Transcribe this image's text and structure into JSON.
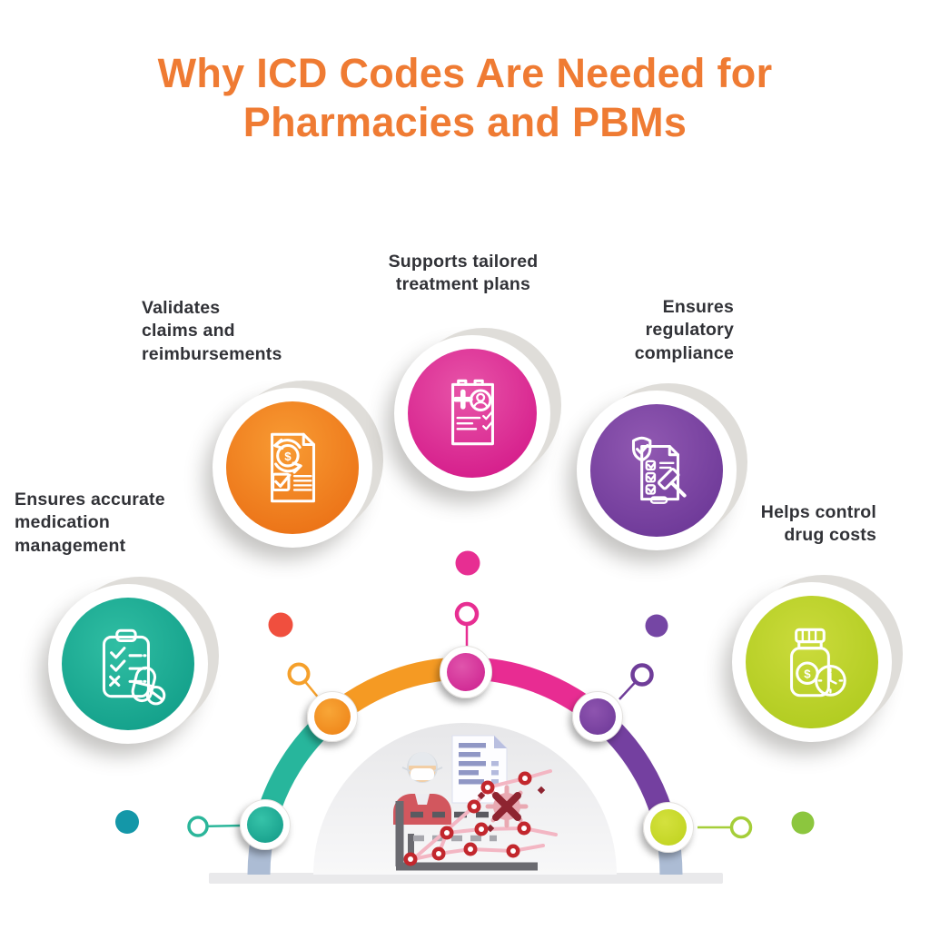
{
  "title": "Why ICD Codes Are Needed for\nPharmacies and PBMs",
  "items": [
    {
      "id": "medication",
      "label": "Ensures accurate\nmedication\nmanagement",
      "color": "#1FB097",
      "icon": "clipboard-checklist-pill-icon"
    },
    {
      "id": "claims",
      "label": "Validates\nclaims and\nreimbursements",
      "color": "#F5941F",
      "icon": "invoice-dollar-refund-icon"
    },
    {
      "id": "treatment",
      "label": "Supports tailored\ntreatment plans",
      "color": "#DD2E93",
      "icon": "medical-record-patient-icon"
    },
    {
      "id": "regulatory",
      "label": "Ensures\nregulatory\ncompliance",
      "color": "#7B3FA0",
      "icon": "shield-checklist-gavel-icon"
    },
    {
      "id": "costs",
      "label": "Helps control\ndrug costs",
      "color": "#C3D62E",
      "icon": "pill-bottle-dollar-clock-icon"
    }
  ],
  "glyphs": {
    "dollar": "$"
  },
  "colors": {
    "title_orange": "#EF7B33",
    "label_text": "#313237",
    "arc_teal": "#27B69C",
    "arc_orange": "#F59A23",
    "arc_pink": "#E82C92",
    "arc_purple": "#7440A0",
    "arc_gray_blue": "#ACBCD4",
    "dot_teal_blue": "#1497A8",
    "dot_red": "#F04F3E",
    "dot_pink": "#E72E92",
    "dot_purple": "#7546A4",
    "dot_green": "#8CC63E",
    "ring_lime": "#A5CE39",
    "dome_gray": "#ECECEE",
    "baseline_gray": "#E9E9EB"
  }
}
